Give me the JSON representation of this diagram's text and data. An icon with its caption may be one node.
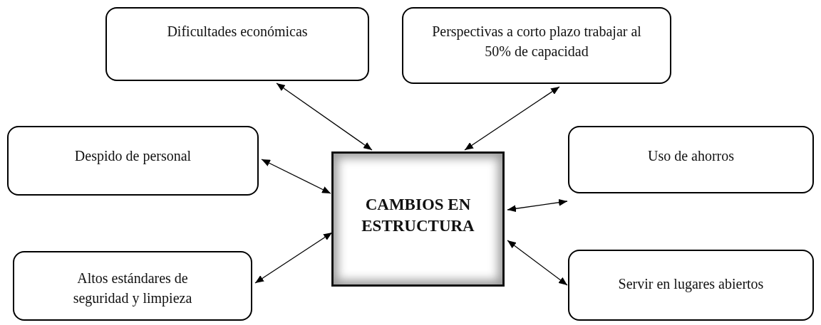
{
  "diagram": {
    "nodes": [
      {
        "text": [
          "Dificultades económicas"
        ]
      },
      {
        "text": [
          "Perspectivas a corto plazo trabajar al 50% de capacidad"
        ]
      },
      {
        "text": [
          "Despido de personal"
        ]
      },
      {
        "text": [
          "CAMBIOS EN ESTRUCTURA"
        ]
      },
      {
        "text": [
          "Uso de ahorros"
        ]
      },
      {
        "text": [
          "Altos estándares de seguridad y limpieza"
        ]
      },
      {
        "text": [
          "Servir en lugares abiertos"
        ]
      }
    ],
    "edges": [
      {
        "from": 0,
        "to": 3,
        "arrow": "both"
      },
      {
        "from": 1,
        "to": 3,
        "arrow": "both"
      },
      {
        "from": 2,
        "to": 3,
        "arrow": "both"
      },
      {
        "from": 4,
        "to": 3,
        "arrow": "both"
      },
      {
        "from": 5,
        "to": 3,
        "arrow": "both"
      },
      {
        "from": 6,
        "to": 3,
        "arrow": "both"
      }
    ]
  }
}
